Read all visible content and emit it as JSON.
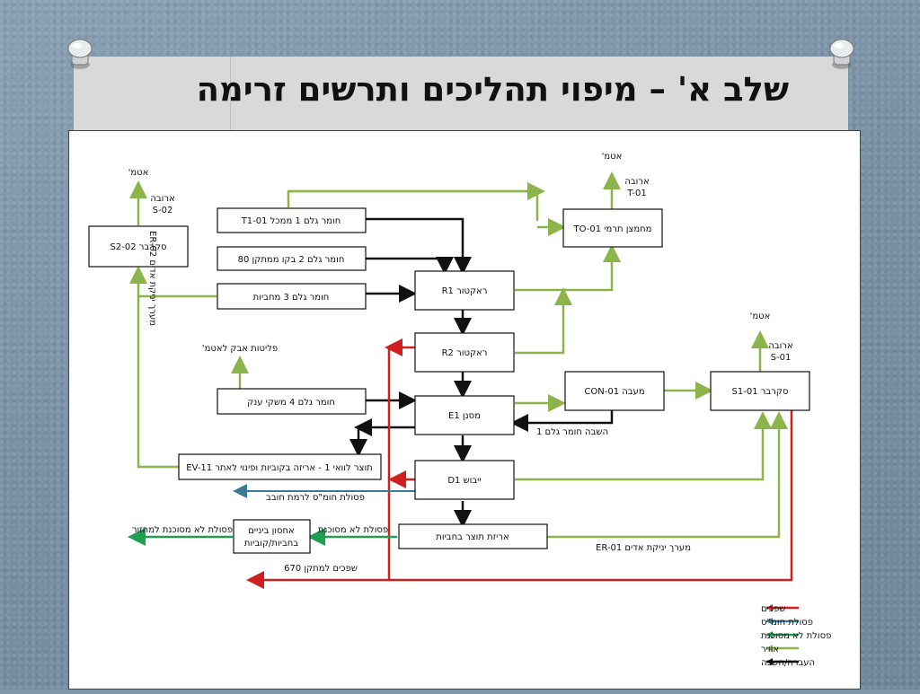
{
  "slide": {
    "title": "שלב א' – מיפוי תהליכים ותרשים זרימה"
  },
  "nodes": {
    "scrubber_s202": "סקרבר S2-02",
    "raw1": "חומר גלם 1 ממכל T1-01",
    "raw2": "חומר גלם 2 בקו ממתקן 80",
    "raw3": "חומר גלם 3 מחביות",
    "reactor_r1": "ראקטור R1",
    "reactor_r2": "ראקטור R2",
    "raw4": "חומר גלם 4 משקי ענק",
    "filter_e1": "מסנן E1",
    "thermal_oxidizer": "מחמצן תרמי TO-01",
    "condenser": "מעבה CON-01",
    "scrubber_s101": "סקרבר S1-01",
    "intermediate": "תוצר לוואי 1 - אריזה בקוביות ופינוי לאתר EV-11",
    "dryer_d1": "ייבוש D1",
    "packaging": "אריזת תוצר בחביות",
    "storage_line1": "אחסון ביניים",
    "storage_line2": "בחביות/קוביות"
  },
  "labels": {
    "atm_left": "אטמ'",
    "stack_left_1": "ארובה",
    "stack_left_2": "S-02",
    "atm_top": "אטמ'",
    "stack_top_1": "ארובה",
    "stack_top_2": "T-01",
    "atm_right": "אטמ'",
    "stack_right_1": "ארובה",
    "stack_right_2": "S-01",
    "dust_emissions": "פליטות אבק לאטמ'",
    "vertical_label": "ER-02 מערך יניקת אדים",
    "return_raw1": "השבה חומר גלם 1",
    "hazwaste_to_site": "פסולת חומ\"ס לרמת חובב",
    "nonhaz_waste": "פסולת לא מסוכנת",
    "nonhaz_recycle": "פסולת לא מסוכנת למחזור",
    "vapor_system": "מערך יניקת אדים ER-01",
    "effluent": "שפכים למתקן 670"
  },
  "legend": [
    {
      "label": "שפכים",
      "color": "#d01f1f"
    },
    {
      "label": "פסולת חומ\"ס",
      "color": "#3a7b95"
    },
    {
      "label": "פסולת לא מסוכנת",
      "color": "#1ea050"
    },
    {
      "label": "אוויר",
      "color": "#8bb54a"
    },
    {
      "label": "העברה/השבה",
      "color": "#111111"
    }
  ],
  "colors": {
    "effluent": "#d01f1f",
    "hazardous": "#3a7b95",
    "nonhazardous": "#1ea050",
    "air": "#8bb54a",
    "transfer": "#111111",
    "title_band": "#d9d9d9"
  },
  "icons": [
    "pushpin-icon",
    "pushpin-icon"
  ]
}
